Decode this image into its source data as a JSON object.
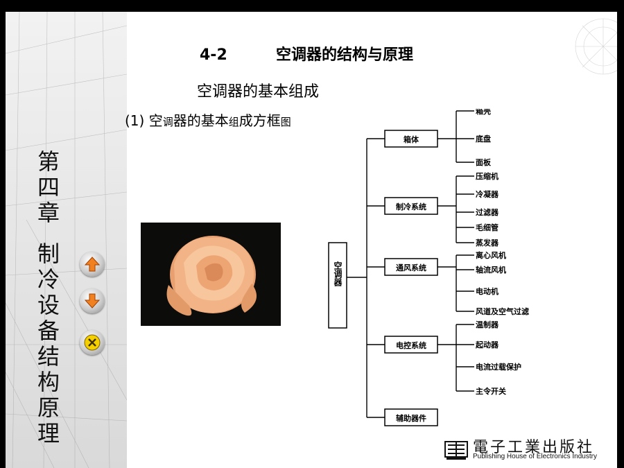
{
  "sidebar": {
    "chapter": "第四章",
    "chapter_title": "制冷设备结构原理",
    "nav": [
      {
        "icon": "up-arrow-icon"
      },
      {
        "icon": "down-arrow-icon"
      },
      {
        "icon": "exit-icon"
      }
    ]
  },
  "slide": {
    "title_number": "4-2",
    "title_text": "空调器的结构与原理",
    "subtitle": "空调器的基本组成",
    "section_prefix": "(1) 空",
    "section_s1": "调",
    "section_mid": "器的基本",
    "section_s2": "组",
    "section_mid2": "成方框",
    "section_s3": "图"
  },
  "diagram": {
    "root": "空调器",
    "groups": [
      {
        "label": "箱体",
        "items": [
          "箱壳",
          "底盘",
          "面板"
        ]
      },
      {
        "label": "制冷系统",
        "items": [
          "压缩机",
          "冷凝器",
          "过滤器",
          "毛细管",
          "蒸发器"
        ]
      },
      {
        "label": "通风系统",
        "items": [
          "离心风机",
          "轴流风机",
          "电动机",
          "风道及空气过滤"
        ]
      },
      {
        "label": "电控系统",
        "items": [
          "温制器",
          "起动器",
          "电流过载保护",
          "主令开关"
        ]
      },
      {
        "label": "辅助器件",
        "items": []
      }
    ]
  },
  "logo": {
    "chinese": "電子工業出版社",
    "english": "Publishing House of Electronics Industry"
  }
}
